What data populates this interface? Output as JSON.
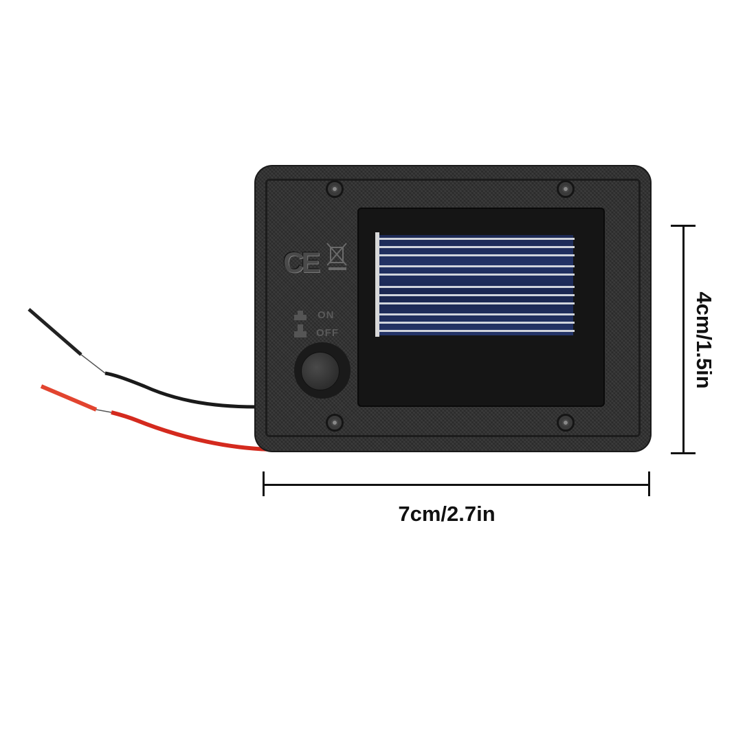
{
  "product": {
    "name": "Solar panel module with on/off switch",
    "markings": {
      "ce": "CE",
      "switch_on": "ON",
      "switch_off": "OFF"
    },
    "icons": [
      "ce-mark-icon",
      "weee-bin-icon",
      "switch-position-icon",
      "screw-icon"
    ],
    "colors": {
      "housing": "#2e2e2e",
      "solar_cell": "#1d2a55",
      "red_wire": "#d42a1e",
      "black_wire": "#1a1a1a"
    }
  },
  "dimensions": {
    "height_label": "4cm/1.5in",
    "width_label": "7cm/2.7in"
  }
}
